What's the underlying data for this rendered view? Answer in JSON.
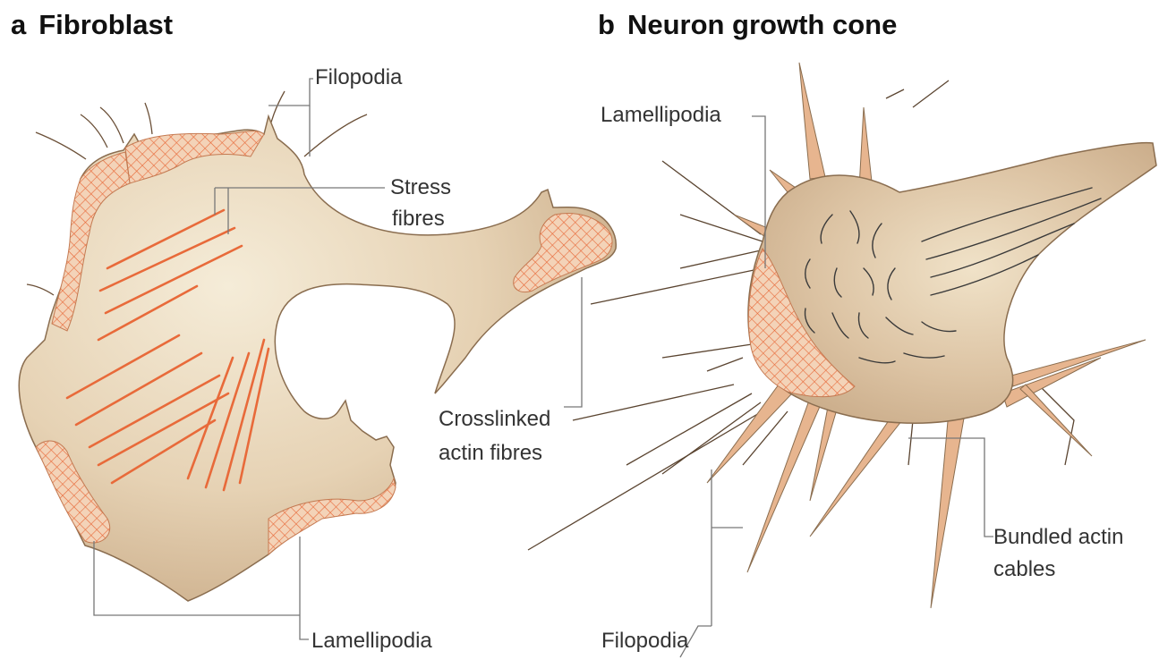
{
  "panel_a": {
    "letter": "a",
    "title": "Fibroblast",
    "labels": {
      "filopodia": "Filopodia",
      "stress_fibres_line1": "Stress",
      "stress_fibres_line2": "fibres",
      "crosslinked_line1": "Crosslinked",
      "crosslinked_line2": "actin fibres",
      "lamellipodia": "Lamellipodia"
    }
  },
  "panel_b": {
    "letter": "b",
    "title": "Neuron growth cone",
    "labels": {
      "lamellipodia": "Lamellipodia",
      "bundled_line1": "Bundled actin",
      "bundled_line2": "cables",
      "filopodia": "Filopodia"
    }
  },
  "colors": {
    "cell_fill": "#dcc3a3",
    "cell_light": "#f1e6cf",
    "cell_outline": "#8a6d4f",
    "actin": "#e86a3a",
    "leader_line": "#777777",
    "text": "#333333"
  }
}
